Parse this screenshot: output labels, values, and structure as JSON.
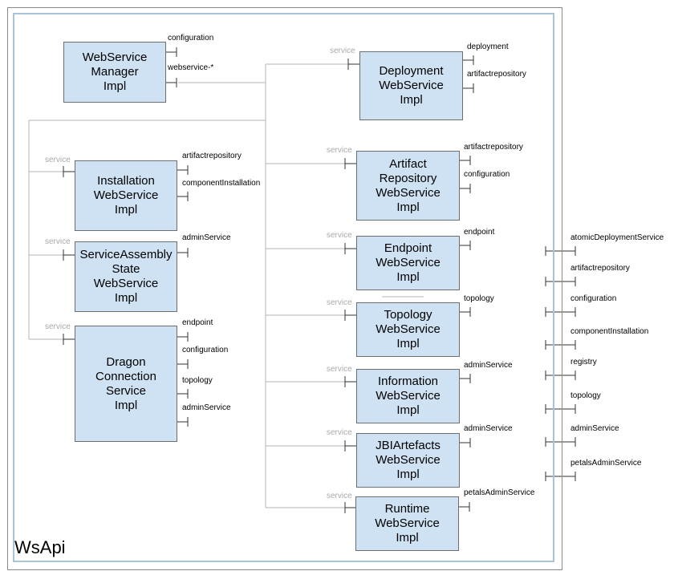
{
  "container": {
    "label": "WsApi"
  },
  "components": {
    "webservice_manager": {
      "name": "WebService\nManager\nImpl",
      "ports": [
        "configuration",
        "webservice-*"
      ]
    },
    "installation": {
      "name": "Installation\nWebService\nImpl",
      "service": "service",
      "ports": [
        "artifactrepository",
        "componentInstallation"
      ]
    },
    "service_assembly": {
      "name": "ServiceAssembly\nState\nWebService\nImpl",
      "service": "service",
      "ports": [
        "adminService"
      ]
    },
    "dragon": {
      "name": "Dragon\nConnection\nService\nImpl",
      "service": "service",
      "ports": [
        "endpoint",
        "configuration",
        "topology",
        "adminService"
      ]
    },
    "deployment": {
      "name": "Deployment\nWebService\nImpl",
      "service": "service",
      "ports": [
        "deployment",
        "artifactrepository"
      ]
    },
    "artifact_repository": {
      "name": "Artifact\nRepository\nWebService\nImpl",
      "service": "service",
      "ports": [
        "artifactrepository",
        "configuration"
      ]
    },
    "endpoint": {
      "name": "Endpoint\nWebService\nImpl",
      "service": "service",
      "ports": [
        "endpoint"
      ]
    },
    "topology": {
      "name": "Topology\nWebService\nImpl",
      "service": "service",
      "ports": [
        "topology"
      ]
    },
    "information": {
      "name": "Information\nWebService\nImpl",
      "service": "service",
      "ports": [
        "adminService"
      ]
    },
    "jbi_artefacts": {
      "name": "JBIArtefacts\nWebService\nImpl",
      "service": "service",
      "ports": [
        "adminService"
      ]
    },
    "runtime": {
      "name": "Runtime\nWebService\nImpl",
      "service": "service",
      "ports": [
        "petalsAdminService"
      ]
    }
  },
  "external_ports": [
    "atomicDeploymentService",
    "artifactrepository",
    "configuration",
    "componentInstallation",
    "registry",
    "topology",
    "adminService",
    "petalsAdminService"
  ],
  "colors": {
    "box_fill": "#cfe2f3",
    "box_border": "#6d6d6d",
    "frame": "#a9c4d6",
    "wire": "#b5b5b5",
    "service_label": "#aaaaaa"
  }
}
